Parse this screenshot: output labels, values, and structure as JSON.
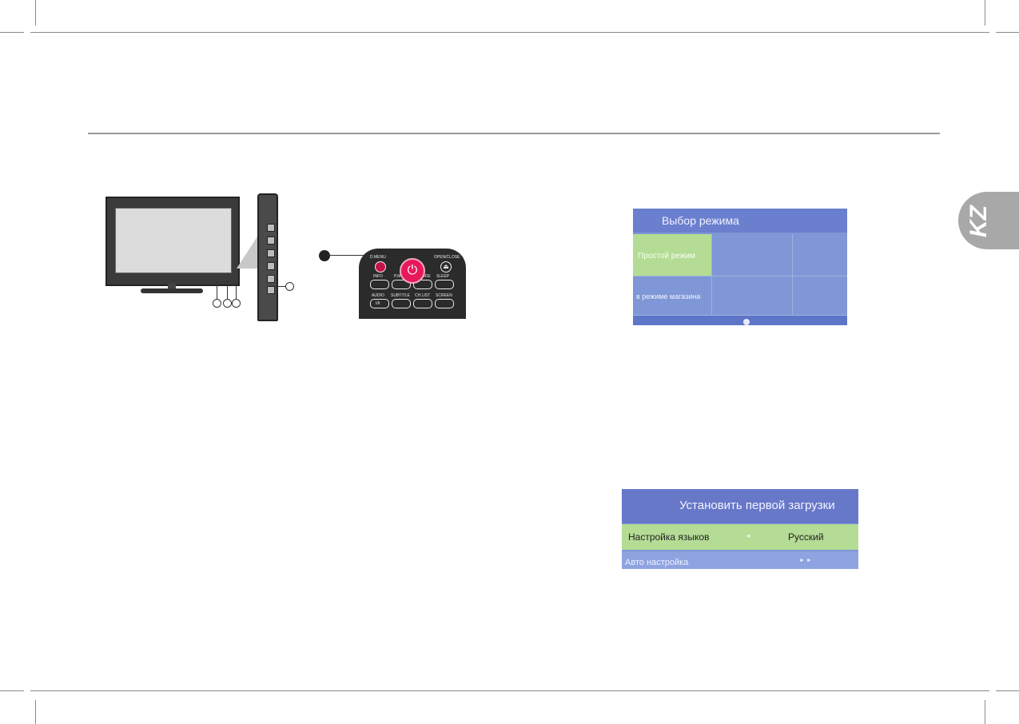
{
  "side_tab": {
    "label": "KZ"
  },
  "remote": {
    "buttons": {
      "dmenu": "D.MENU",
      "openclose": "OPEN/CLOSE",
      "info": "INFO",
      "pmode": "P.MODE",
      "smode": "S.MODE",
      "sleep": "SLEEP",
      "audio": "AUDIO",
      "subtitle": "SUBTITLE",
      "chlist": "CH.LIST",
      "screen": "SCREEN",
      "audio_sub": "I/II"
    },
    "accent_color": "#e6195a"
  },
  "mode_menu": {
    "title": "Выбор режима",
    "items": [
      "Простой режим",
      "в режиме магазина"
    ],
    "colors": {
      "header": "#6a7fce",
      "selected": "#b4dc95",
      "body": "#7f97d6"
    }
  },
  "setup_menu": {
    "title": "Установить первой загрузки",
    "rows": [
      {
        "label": "Настройка языков",
        "value": "Русский"
      },
      {
        "label": "Авто настройка",
        "value": "► ►"
      }
    ]
  }
}
